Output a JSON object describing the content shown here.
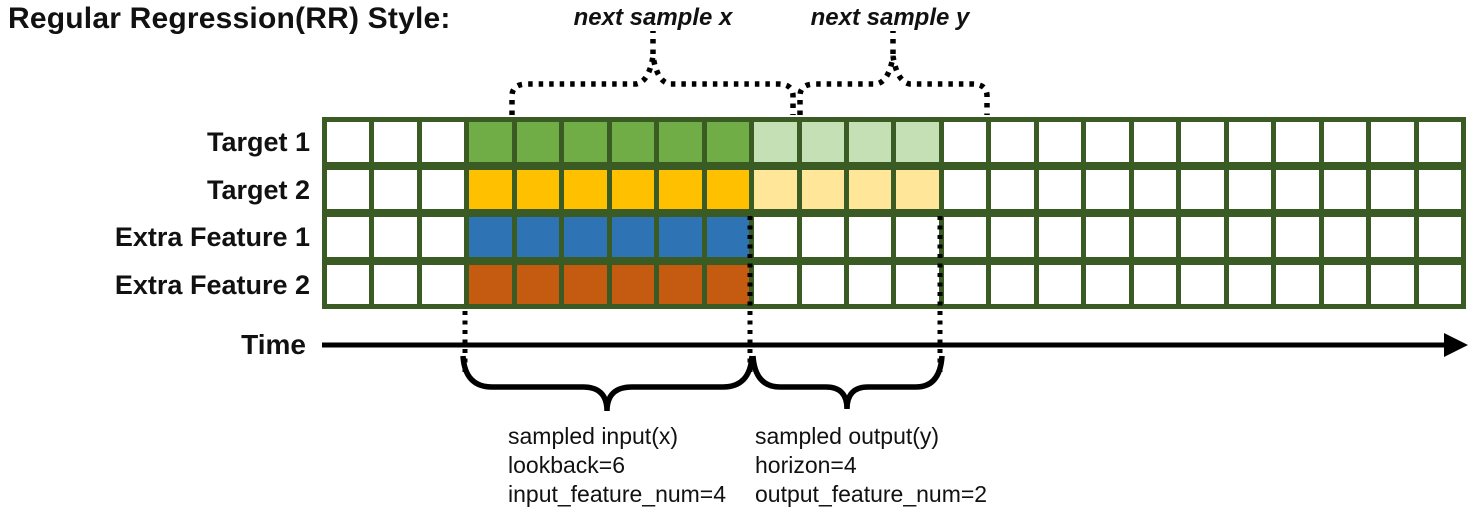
{
  "title": "Regular Regression(RR) Style:",
  "annotations": {
    "next_sample_x": "next sample x",
    "next_sample_y": "next sample y",
    "time_label": "Time",
    "input_lines": [
      "sampled input(x)",
      "lookback=6",
      "input_feature_num=4"
    ],
    "output_lines": [
      "sampled output(y)",
      "horizon=4",
      "output_feature_num=2"
    ]
  },
  "grid": {
    "num_columns": 24,
    "input_start_col": 3,
    "lookback": 6,
    "horizon": 4,
    "input_feature_num": 4,
    "output_feature_num": 2,
    "rows": [
      {
        "label": "Target 1",
        "role": "target",
        "input_color": "#70AD47",
        "output_color": "#C5E0B4"
      },
      {
        "label": "Target 2",
        "role": "target",
        "input_color": "#FFC000",
        "output_color": "#FFE699"
      },
      {
        "label": "Extra Feature 1",
        "role": "extra",
        "input_color": "#2E74B5",
        "output_color": null
      },
      {
        "label": "Extra Feature 2",
        "role": "extra",
        "input_color": "#C55A11",
        "output_color": null
      }
    ]
  },
  "colors": {
    "grid_border": "#3A5B23",
    "cell_bg": "#FFFFFF",
    "line_black": "#000000"
  }
}
